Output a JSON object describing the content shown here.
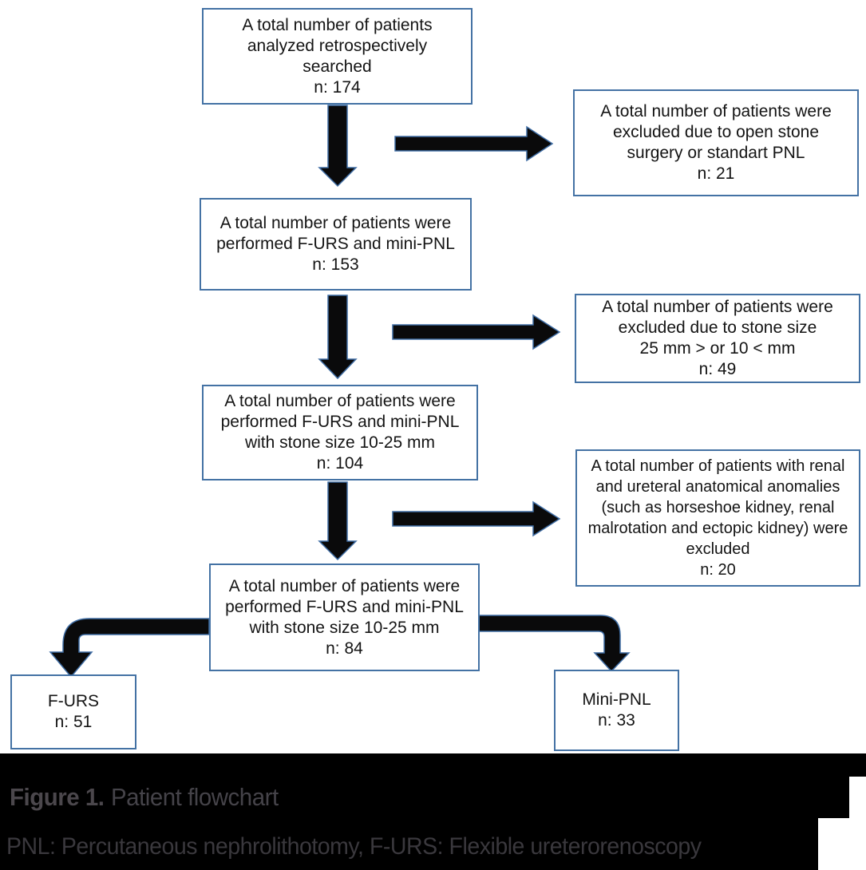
{
  "colors": {
    "box_border": "#4472a4",
    "arrow_fill": "#0a0a0b",
    "arrow_outline": "#3e6ca3",
    "caption_bar_background": "#000000",
    "caption_text": "#454349",
    "footnote_text": "#3a383d"
  },
  "flowchart": {
    "boxes": {
      "analyzed": {
        "text": "A total number of patients\nanalyzed retrospectively\nsearched\nn: 174",
        "n": 174
      },
      "performed": {
        "text": "A total number of patients were\nperformed F-URS and mini-PNL\nn: 153",
        "n": 153
      },
      "stone_size": {
        "text": "A total number of patients were\nperformed F-URS and mini-PNL\nwith stone size 10-25 mm\nn: 104",
        "n": 104
      },
      "final": {
        "text": "A total number of patients were\nperformed F-URS and mini-PNL\nwith stone size 10-25 mm\nn: 84",
        "n": 84
      },
      "excl_open_stone": {
        "text": "A total number of patients were\nexcluded due to open stone\nsurgery or standart PNL\nn: 21",
        "n": 21
      },
      "excl_stone_size": {
        "text": "A total number of patients were\nexcluded due to stone size\n25 mm > or 10 < mm\nn: 49",
        "n": 49
      },
      "excl_anomalies": {
        "text": "A total number of patients with renal\nand ureteral anatomical anomalies\n(such as horseshoe kidney, renal\nmalrotation and ectopic kidney) were\nexcluded\nn: 20",
        "n": 20
      },
      "furs": {
        "text": "F-URS\nn: 51",
        "n": 51
      },
      "mini_pnl": {
        "text": "Mini-PNL\nn: 33",
        "n": 33
      }
    }
  },
  "caption": {
    "prefix": "Figure 1.",
    "title": "Patient flowchart",
    "footnote": "PNL: Percutaneous nephrolithotomy, F-URS: Flexible ureterorenoscopy"
  }
}
